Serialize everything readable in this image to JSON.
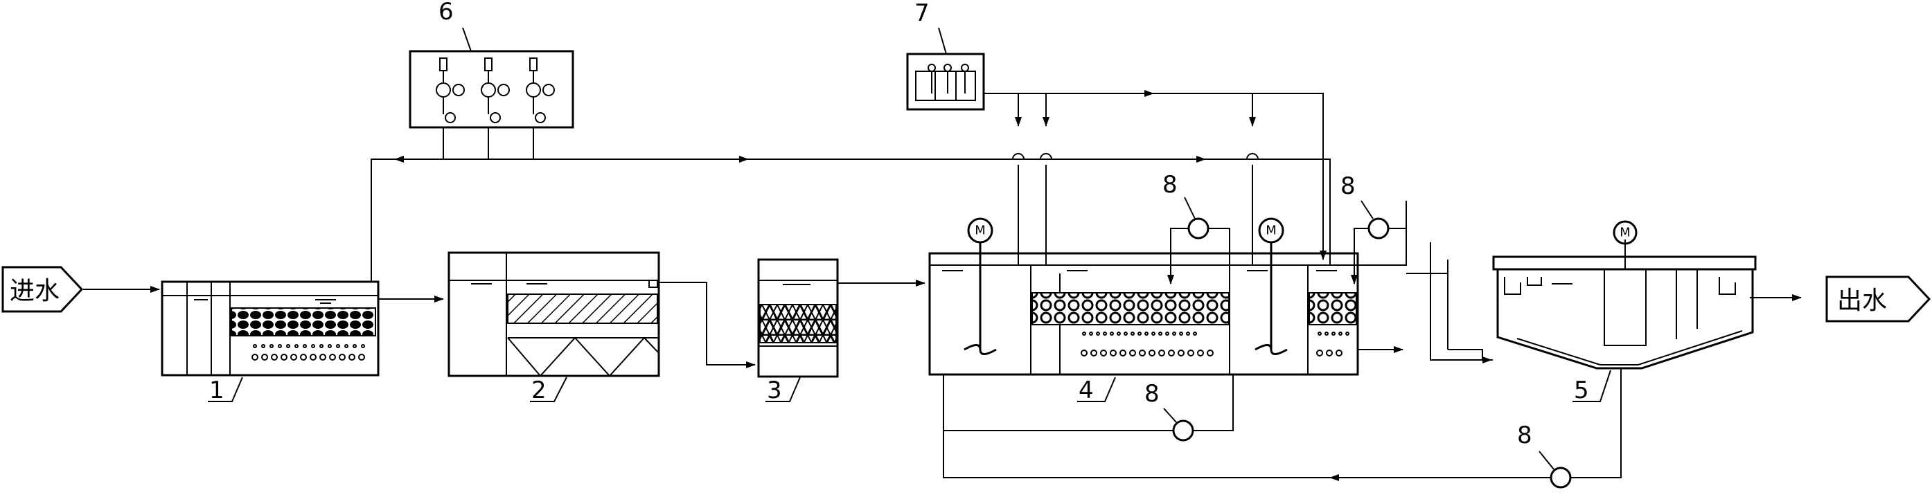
{
  "inlet_label": "进水",
  "outlet_label": "出水",
  "motor_symbol": "M",
  "units": [
    "1",
    "2",
    "3",
    "4",
    "5",
    "6",
    "7",
    "8"
  ]
}
